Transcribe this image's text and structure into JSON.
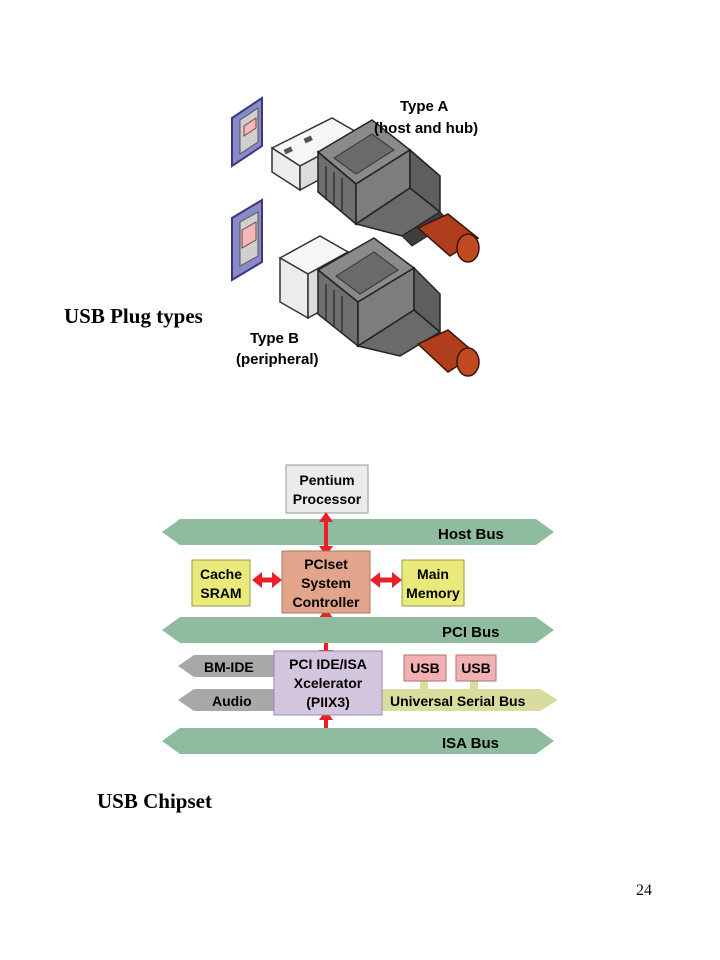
{
  "plug_section": {
    "caption": "USB Plug types",
    "type_a": {
      "title": "Type A",
      "subtitle": "(host and hub)"
    },
    "type_b": {
      "title": "Type B",
      "subtitle": "(peripheral)"
    }
  },
  "chipset_section": {
    "caption": "USB Chipset",
    "processor": {
      "line1": "Pentium",
      "line2": "Processor"
    },
    "host_bus": "Host Bus",
    "cache": {
      "line1": "Cache",
      "line2": "SRAM"
    },
    "controller": {
      "line1": "PCIset",
      "line2": "System",
      "line3": "Controller"
    },
    "memory": {
      "line1": "Main",
      "line2": "Memory"
    },
    "pci_bus": "PCI Bus",
    "bm_ide": "BM-IDE",
    "audio": "Audio",
    "piix": {
      "line1": "PCI IDE/ISA",
      "line2": "Xcelerator",
      "line3": "(PIIX3)"
    },
    "usb_port_1": "USB",
    "usb_port_2": "USB",
    "usb_bus": "Universal Serial Bus",
    "isa_bus": "ISA Bus"
  },
  "page_number": "24",
  "colors": {
    "bus_green": "#8fbc9f",
    "bus_gray": "#a8a8a8",
    "usb_bus": "#d8dc9c",
    "arrow_red": "#e8202a",
    "processor_fill": "#ebebeb",
    "controller_fill": "#e2a58c",
    "yellow_box": "#eaea7a",
    "piix_fill": "#d5c6e0",
    "usb_port_fill": "#f0b0b4"
  }
}
